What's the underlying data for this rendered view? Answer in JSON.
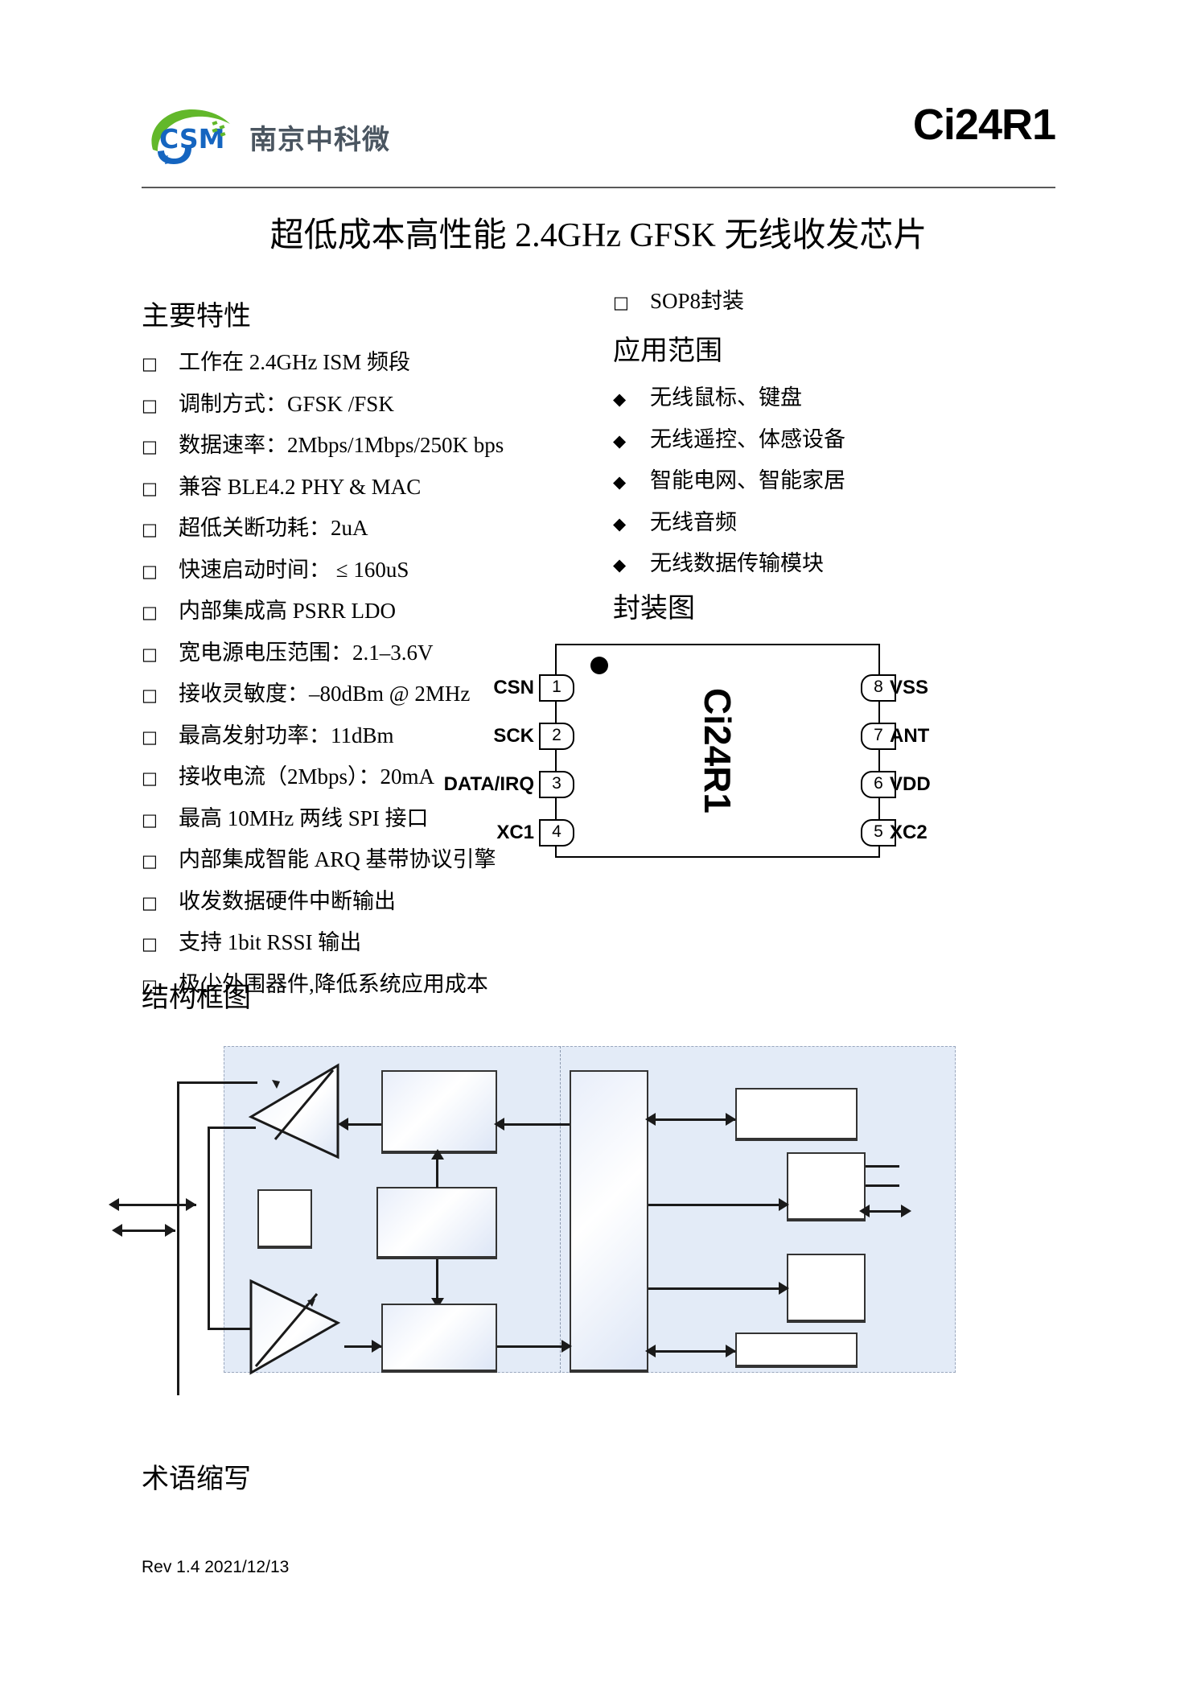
{
  "header": {
    "company_name_cn": "南京中科微",
    "logo_text": "CSM",
    "part_number": "Ci24R1"
  },
  "doc_title": "超低成本高性能 2.4GHz GFSK 无线收发芯片",
  "sections": {
    "features_heading": "主要特性",
    "applications_heading": "应用范围",
    "package_heading": "封装图",
    "block_diagram_heading": "结构框图",
    "terms_heading": "术语缩写"
  },
  "features": {
    "bullet_glyph": "□",
    "items": [
      "工作在 2.4GHz ISM 频段",
      "调制方式：GFSK /FSK",
      "数据速率：2Mbps/1Mbps/250K bps",
      "兼容 BLE4.2 PHY & MAC",
      "超低关断功耗：2uA",
      "快速启动时间：  ≤ 160uS",
      "内部集成高 PSRR LDO",
      "宽电源电压范围：2.1–3.6V",
      "接收灵敏度：–80dBm @ 2MHz",
      "最高发射功率：11dBm",
      "接收电流（2Mbps）：20mA",
      "最高 10MHz 两线 SPI 接口",
      "内部集成智能 ARQ 基带协议引擎",
      "收发数据硬件中断输出",
      "支持 1bit RSSI 输出",
      "极少外围器件,降低系统应用成本"
    ]
  },
  "package_note": {
    "bullet_glyph": "□",
    "text": "SOP8封装"
  },
  "applications": {
    "bullet_glyph": "◆",
    "items": [
      "无线鼠标、键盘",
      "无线遥控、体感设备",
      "智能电网、智能家居",
      "无线音频",
      "无线数据传输模块"
    ]
  },
  "package_diagram": {
    "chip_label": "Ci24R1",
    "left_pins": [
      {
        "num": "1",
        "name": "CSN"
      },
      {
        "num": "2",
        "name": "SCK"
      },
      {
        "num": "3",
        "name": "DATA/IRQ"
      },
      {
        "num": "4",
        "name": "XC1"
      }
    ],
    "right_pins": [
      {
        "num": "8",
        "name": "VSS"
      },
      {
        "num": "7",
        "name": "ANT"
      },
      {
        "num": "6",
        "name": "VDD"
      },
      {
        "num": "5",
        "name": "XC2"
      }
    ]
  },
  "block_diagram": {
    "panel_color": "#e3ebf7",
    "border_color": "#9aa7bd"
  },
  "footer": {
    "revision": "Rev 1.4 2021/12/13"
  }
}
